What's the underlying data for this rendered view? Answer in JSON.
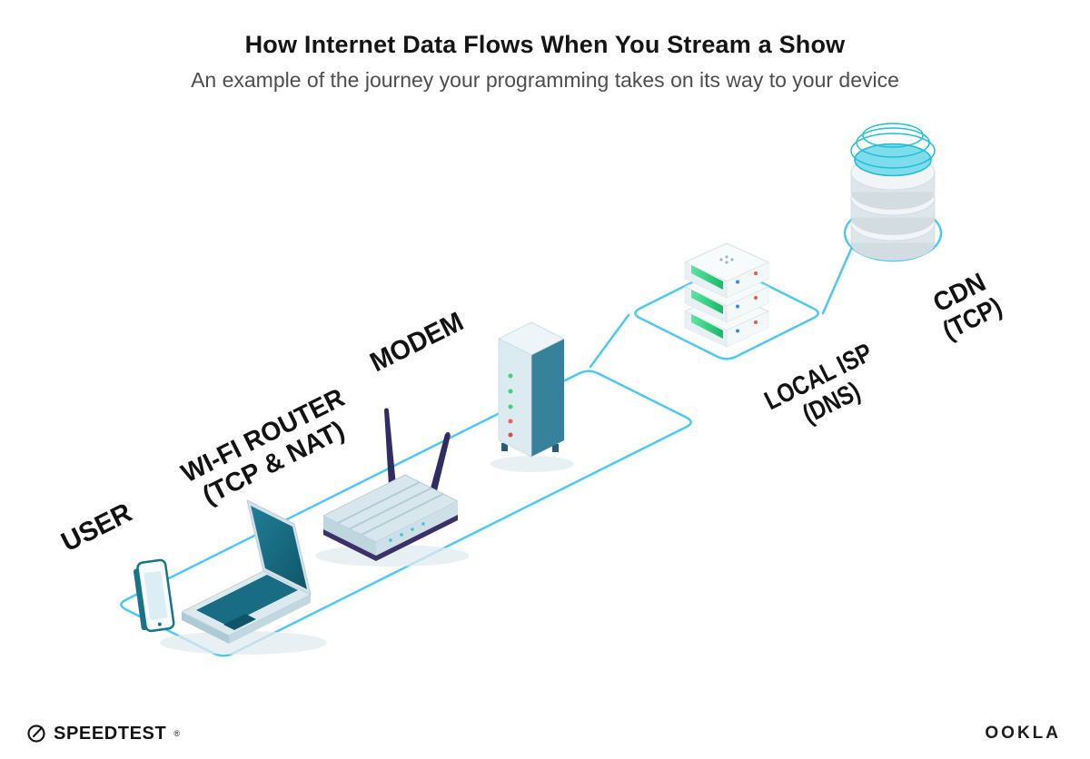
{
  "header": {
    "title": "How Internet Data Flows When You Stream a Show",
    "subtitle": "An example of the journey your programming takes on its way to your device"
  },
  "diagram": {
    "nodes": {
      "user": {
        "label": "USER"
      },
      "router": {
        "label": "WI-FI ROUTER",
        "sublabel": "(TCP & NAT)"
      },
      "modem": {
        "label": "MODEM"
      },
      "isp": {
        "label": "LOCAL ISP",
        "sublabel": "(DNS)"
      },
      "cdn": {
        "label": "CDN",
        "sublabel": "(TCP)"
      }
    },
    "colors": {
      "path_blue": "#4fc8f0",
      "device_teal": "#186d84",
      "accent_cyan": "#1fc0d7",
      "antenna_navy": "#312d62",
      "led_green": "#42d17b",
      "led_red": "#ef5350"
    }
  },
  "footer": {
    "speedtest_label": "SPEEDTEST",
    "speedtest_reg": "®",
    "ookla_label": "OOKLA"
  }
}
